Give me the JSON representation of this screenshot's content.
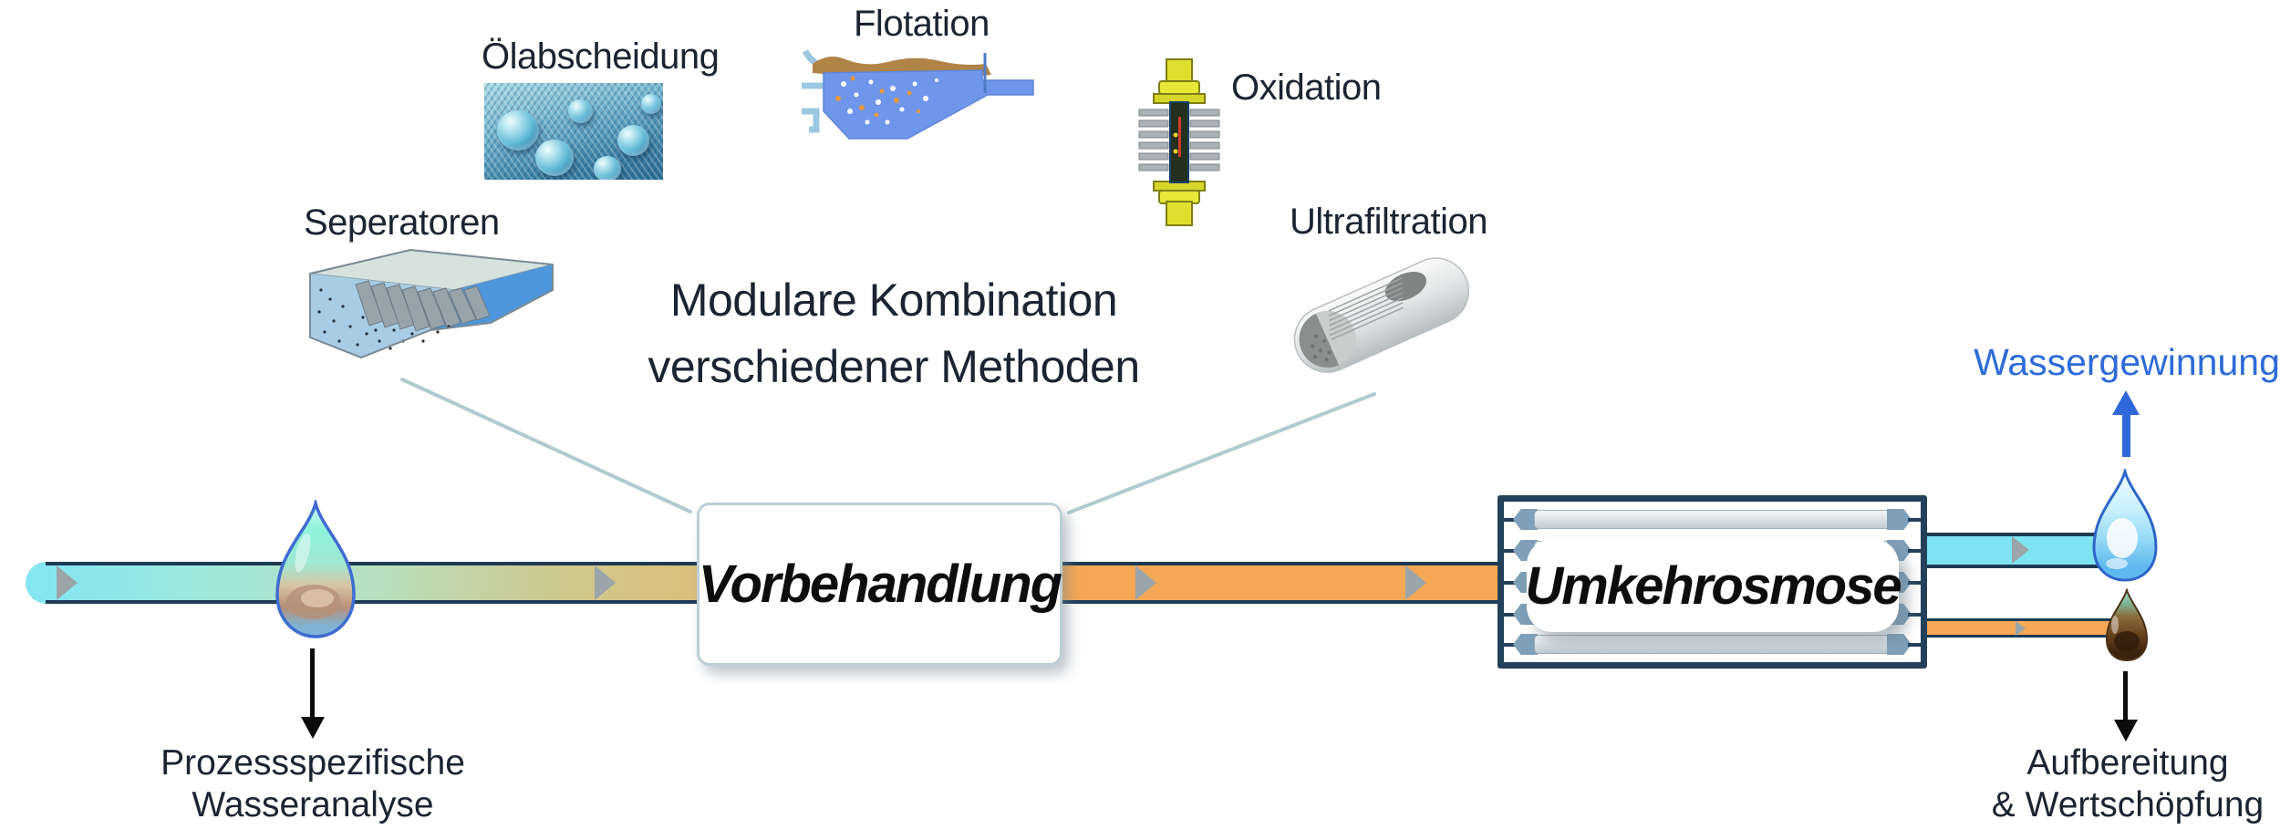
{
  "methods": {
    "oil_separation": {
      "label": "Ölabscheidung"
    },
    "flotation": {
      "label": "Flotation"
    },
    "oxidation": {
      "label": "Oxidation"
    },
    "separators": {
      "label": "Seperatoren"
    },
    "ultrafiltration": {
      "label": "Ultrafiltration"
    }
  },
  "center_note": {
    "line1": "Modulare Kombination",
    "line2": "verschiedener Methoden"
  },
  "stages": {
    "pretreatment": {
      "label": "Vorbehandlung"
    },
    "reverse_osmosis": {
      "label": "Umkehrosmose"
    }
  },
  "outcomes": {
    "water_recovery": {
      "label": "Wassergewinnung"
    },
    "water_analysis": {
      "line1": "Prozessspezifische",
      "line2": "Wasseranalyse"
    },
    "valorization": {
      "line1": "Aufbereitung",
      "line2": "& Wertschöpfung"
    }
  },
  "colors": {
    "feed_pipe_start": "#86E6F0",
    "feed_pipe_end": "#F4A855",
    "permeate_cyan": "#7EE4F2",
    "concentrate_orange": "#F5A855",
    "pipe_border": "#1E3B54",
    "ro_box_border": "#24405B",
    "stage_box_border": "#BCCFD6",
    "connector_line": "#AFCBD1",
    "flow_arrow_gray": "#9BA5A9",
    "water_recovery_blue": "#2E6BD8",
    "text": "#1B2433"
  }
}
